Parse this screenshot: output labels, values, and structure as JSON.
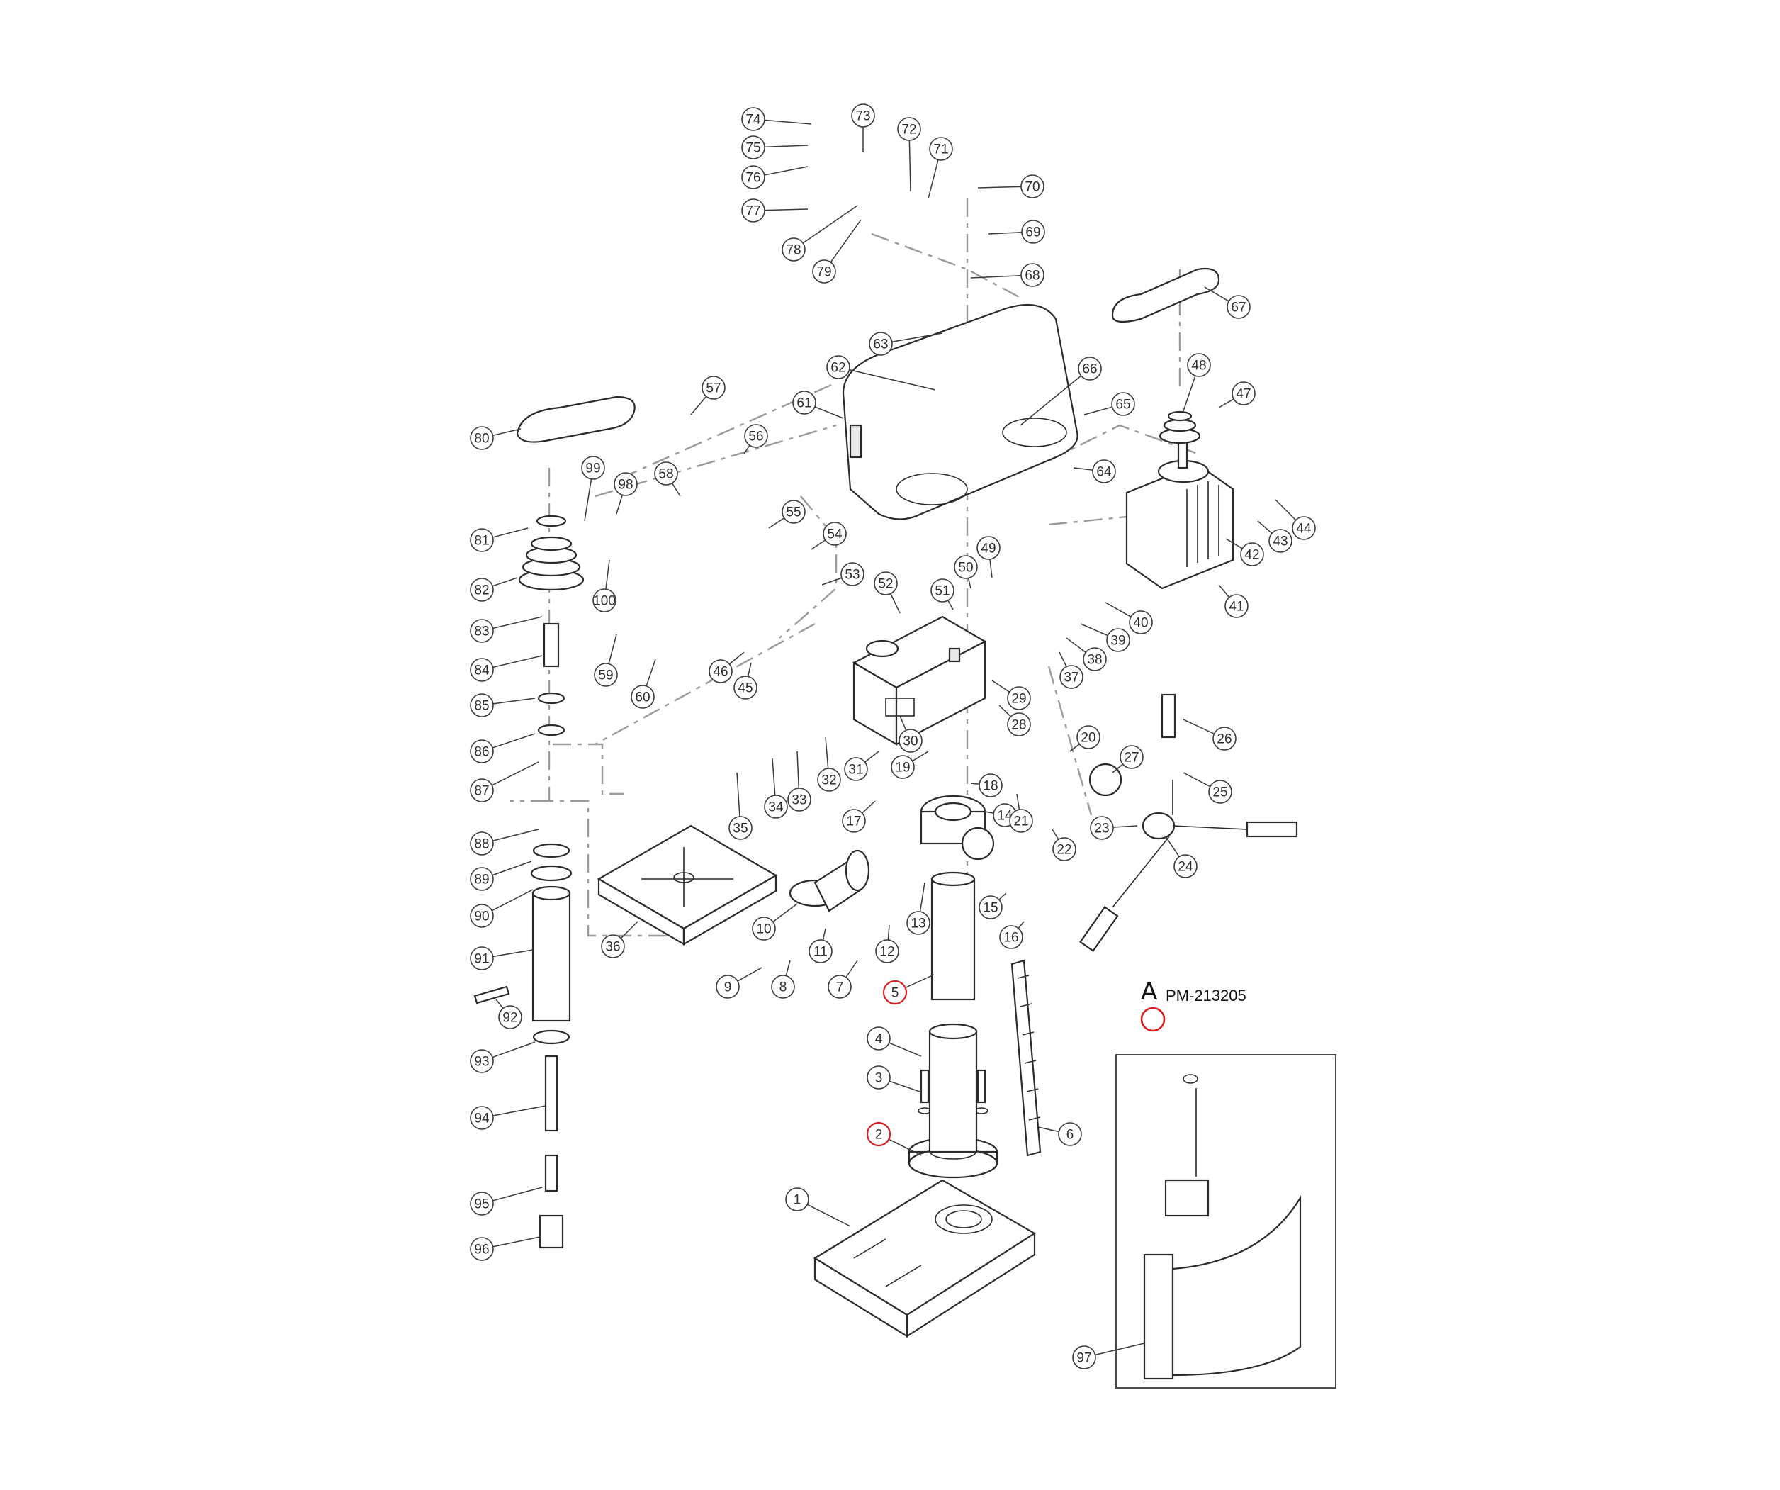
{
  "detail": {
    "letter": "A",
    "model_code": "PM-213205"
  },
  "highlight_color": "#d81f1f",
  "callouts": [
    {
      "n": "1"
    },
    {
      "n": "2",
      "hl": true
    },
    {
      "n": "3"
    },
    {
      "n": "4"
    },
    {
      "n": "5",
      "hl": true
    },
    {
      "n": "6"
    },
    {
      "n": "7"
    },
    {
      "n": "8"
    },
    {
      "n": "9"
    },
    {
      "n": "10"
    },
    {
      "n": "11"
    },
    {
      "n": "12"
    },
    {
      "n": "13"
    },
    {
      "n": "14"
    },
    {
      "n": "15"
    },
    {
      "n": "16"
    },
    {
      "n": "17"
    },
    {
      "n": "18"
    },
    {
      "n": "19"
    },
    {
      "n": "20"
    },
    {
      "n": "21"
    },
    {
      "n": "22"
    },
    {
      "n": "23"
    },
    {
      "n": "24"
    },
    {
      "n": "25"
    },
    {
      "n": "26"
    },
    {
      "n": "27"
    },
    {
      "n": "28"
    },
    {
      "n": "29"
    },
    {
      "n": "30"
    },
    {
      "n": "31"
    },
    {
      "n": "32"
    },
    {
      "n": "33"
    },
    {
      "n": "34"
    },
    {
      "n": "35"
    },
    {
      "n": "36"
    },
    {
      "n": "37"
    },
    {
      "n": "38"
    },
    {
      "n": "39"
    },
    {
      "n": "40"
    },
    {
      "n": "41"
    },
    {
      "n": "42"
    },
    {
      "n": "43"
    },
    {
      "n": "44"
    },
    {
      "n": "45"
    },
    {
      "n": "46"
    },
    {
      "n": "47"
    },
    {
      "n": "48"
    },
    {
      "n": "49"
    },
    {
      "n": "50"
    },
    {
      "n": "51"
    },
    {
      "n": "52"
    },
    {
      "n": "53"
    },
    {
      "n": "54"
    },
    {
      "n": "55"
    },
    {
      "n": "56"
    },
    {
      "n": "57"
    },
    {
      "n": "58"
    },
    {
      "n": "59"
    },
    {
      "n": "60"
    },
    {
      "n": "61"
    },
    {
      "n": "62"
    },
    {
      "n": "63"
    },
    {
      "n": "64"
    },
    {
      "n": "65"
    },
    {
      "n": "66"
    },
    {
      "n": "67"
    },
    {
      "n": "68"
    },
    {
      "n": "69"
    },
    {
      "n": "70"
    },
    {
      "n": "71"
    },
    {
      "n": "72"
    },
    {
      "n": "73"
    },
    {
      "n": "74"
    },
    {
      "n": "75"
    },
    {
      "n": "76"
    },
    {
      "n": "77"
    },
    {
      "n": "78"
    },
    {
      "n": "79"
    },
    {
      "n": "80"
    },
    {
      "n": "81"
    },
    {
      "n": "82"
    },
    {
      "n": "83"
    },
    {
      "n": "84"
    },
    {
      "n": "85"
    },
    {
      "n": "86"
    },
    {
      "n": "87"
    },
    {
      "n": "88"
    },
    {
      "n": "89"
    },
    {
      "n": "90"
    },
    {
      "n": "91"
    },
    {
      "n": "92"
    },
    {
      "n": "93"
    },
    {
      "n": "94"
    },
    {
      "n": "95"
    },
    {
      "n": "96"
    },
    {
      "n": "97"
    },
    {
      "n": "98"
    },
    {
      "n": "99"
    },
    {
      "n": "100"
    }
  ]
}
